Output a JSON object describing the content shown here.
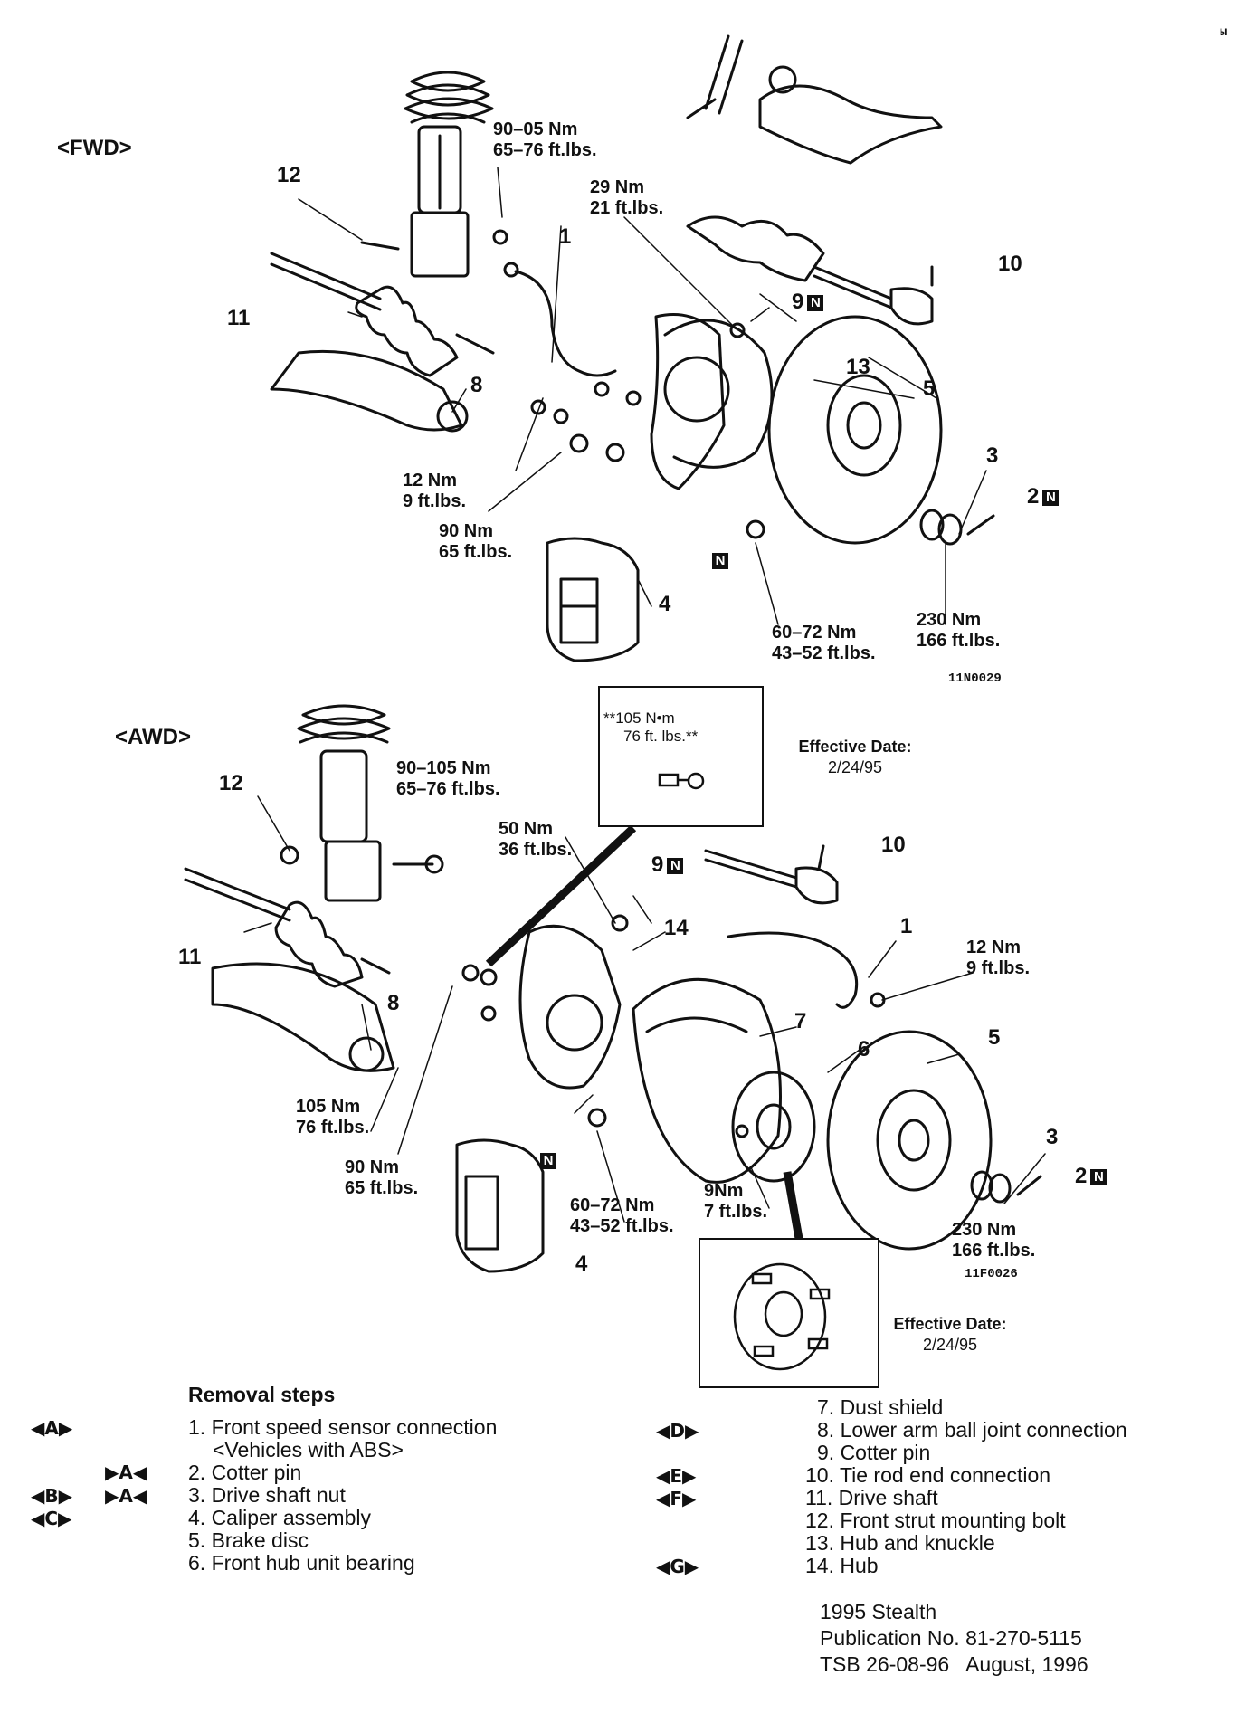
{
  "corner_mark": "ы",
  "fwd": {
    "heading": "<FWD>",
    "torque_strut": [
      "90–05 Nm",
      "65–76 ft.lbs."
    ],
    "torque_tierod": [
      "29 Nm",
      "21 ft.lbs."
    ],
    "torque_sensor": [
      "12 Nm",
      "9 ft.lbs."
    ],
    "torque_caliper": [
      "90 Nm",
      "65 ft.lbs."
    ],
    "torque_balljoint": [
      "60–72 Nm",
      "43–52 ft.lbs."
    ],
    "torque_nut": [
      "230 Nm",
      "166 ft.lbs."
    ],
    "callouts": {
      "c1": "1",
      "c2": "2",
      "c3": "3",
      "c4": "4",
      "c5": "5",
      "c8": "8",
      "c9": "9",
      "c10": "10",
      "c11": "11",
      "c12": "12",
      "c13": "13"
    },
    "n_badge": "N",
    "figure_id": "11N0029"
  },
  "awd": {
    "heading": "<AWD>",
    "torque_strut": [
      "90–105 Nm",
      "65–76 ft.lbs."
    ],
    "torque_tierod": [
      "50 Nm",
      "36 ft.lbs."
    ],
    "torque_sensor": [
      "12 Nm",
      "9 ft.lbs."
    ],
    "torque_knuckle": [
      "105 Nm",
      "76 ft.lbs."
    ],
    "torque_caliper": [
      "90 Nm",
      "65 ft.lbs."
    ],
    "torque_balljoint": [
      "60–72 Nm",
      "43–52 ft.lbs."
    ],
    "torque_shield": [
      "9Nm",
      "7 ft.lbs."
    ],
    "torque_nut": [
      "230 Nm",
      "166 ft.lbs."
    ],
    "callouts": {
      "c1": "1",
      "c2": "2",
      "c3": "3",
      "c4": "4",
      "c5": "5",
      "c6": "6",
      "c7": "7",
      "c8": "8",
      "c9": "9",
      "c10": "10",
      "c11": "11",
      "c12": "12",
      "c14": "14"
    },
    "n_badge": "N",
    "figure_id": "11F0026"
  },
  "inset_top": {
    "torque": [
      "**105 N•m",
      "76 ft. lbs.**"
    ],
    "effective_label": "Effective Date:",
    "effective_date": "2/24/95"
  },
  "inset_bottom": {
    "effective_label": "Effective Date:",
    "effective_date": "2/24/95"
  },
  "removal": {
    "title": "Removal steps",
    "left_steps": [
      {
        "mark": "◀A▶",
        "sub": "",
        "text": "1.  Front speed sensor connection"
      },
      {
        "mark": "",
        "sub": "",
        "text": "<Vehicles with ABS>"
      },
      {
        "mark": "",
        "sub": "▶A◀",
        "text": "2. Cotter pin"
      },
      {
        "mark": "◀B▶",
        "sub": "▶A◀",
        "text": "3. Drive shaft nut"
      },
      {
        "mark": "◀C▶",
        "sub": "",
        "text": "4. Caliper assembly"
      },
      {
        "mark": "",
        "sub": "",
        "text": "5. Brake disc"
      },
      {
        "mark": "",
        "sub": "",
        "text": "6. Front hub unit bearing"
      }
    ],
    "right_steps": [
      {
        "mark": "",
        "text": "7. Dust shield"
      },
      {
        "mark": "◀D▶",
        "text": "8. Lower arm ball joint connection"
      },
      {
        "mark": "",
        "text": "9. Cotter pin"
      },
      {
        "mark": "◀E▶",
        "text": "10. Tie rod end connection"
      },
      {
        "mark": "◀F▶",
        "text": "11. Drive shaft"
      },
      {
        "mark": "",
        "text": "12. Front strut mounting bolt"
      },
      {
        "mark": "",
        "text": "13. Hub and knuckle"
      },
      {
        "mark": "◀G▶",
        "text": "14. Hub"
      }
    ]
  },
  "publication": {
    "line1": "1995 Stealth",
    "line2": "Publication No. 81-270-5115",
    "line3": "TSB 26-08-96   August, 1996"
  }
}
